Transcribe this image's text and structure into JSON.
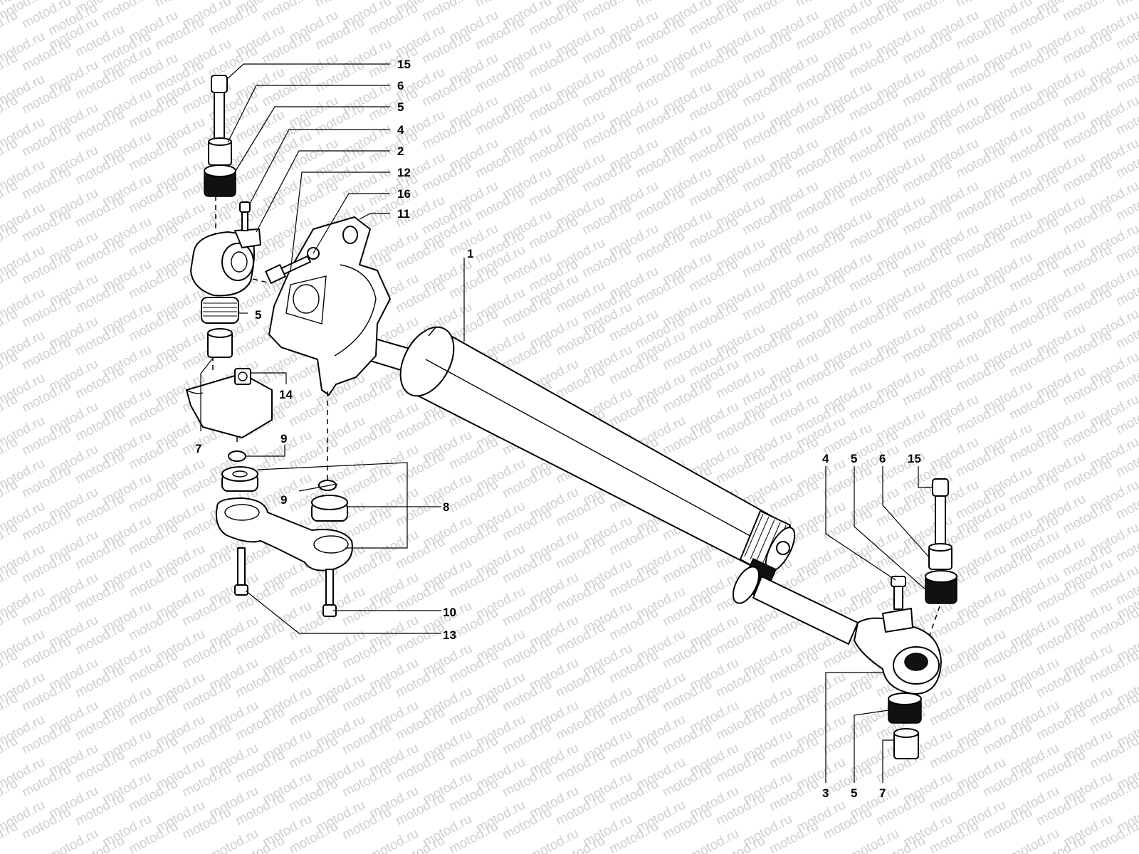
{
  "watermark": {
    "text": "motod.ru"
  },
  "callouts": {
    "c15_top": "15",
    "c6_top": "6",
    "c5_top": "5",
    "c4_top": "4",
    "c2": "2",
    "c12": "12",
    "c16": "16",
    "c11": "11",
    "c1": "1",
    "c5_left": "5",
    "c14": "14",
    "c7_left": "7",
    "c9_a": "9",
    "c9_b": "9",
    "c8": "8",
    "c10": "10",
    "c13": "13",
    "c4_right": "4",
    "c5_right": "5",
    "c6_right": "6",
    "c15_right": "15",
    "c3": "3",
    "c5_bottom": "5",
    "c7_bottom": "7"
  }
}
